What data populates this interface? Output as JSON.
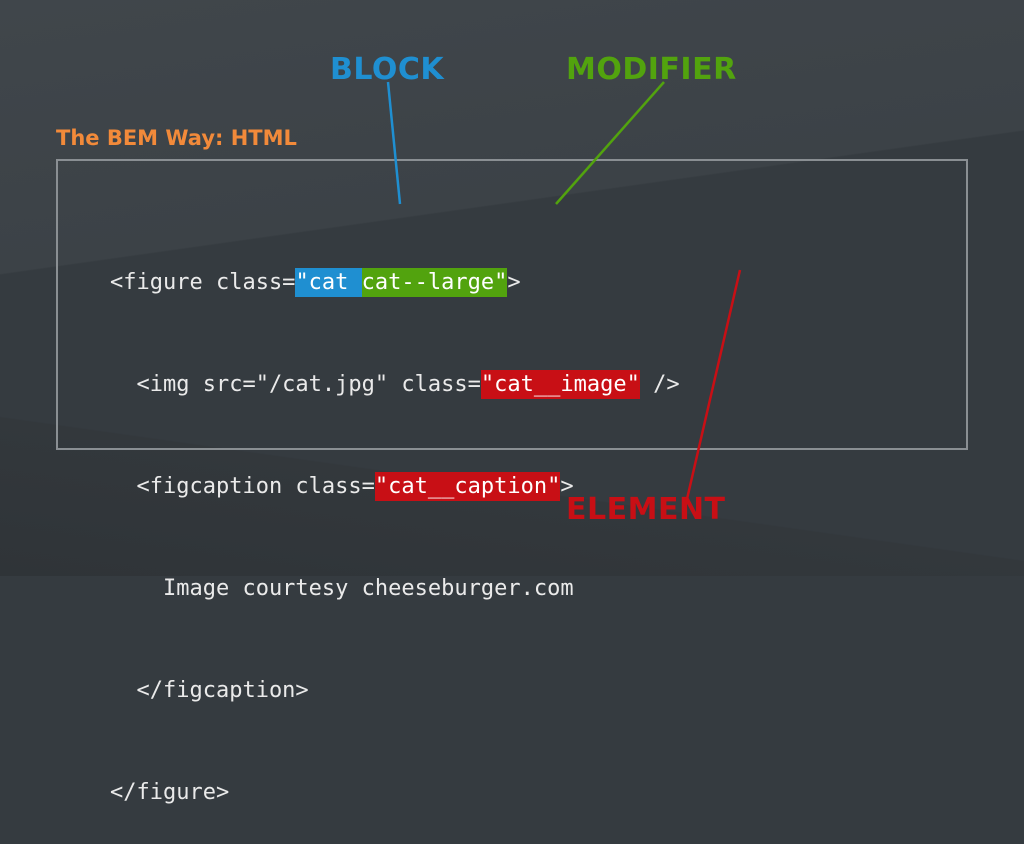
{
  "labels": {
    "block": "BLOCK",
    "modifier": "MODIFIER",
    "element": "ELEMENT"
  },
  "subtitle": "The BEM Way: HTML",
  "code": {
    "line1": {
      "pre": "<figure class=",
      "block_part": "\"cat ",
      "modifier_part": "cat--large\"",
      "post": ">"
    },
    "line2": {
      "pre": "  <img src=\"/cat.jpg\" class=",
      "element_part": "\"cat__image\"",
      "post": " />"
    },
    "line3": {
      "pre": "  <figcaption class=",
      "element_part": "\"cat__caption\"",
      "post": ">"
    },
    "line4": "    Image courtesy cheeseburger.com",
    "line5": "  </figcaption>",
    "line6": "</figure>"
  },
  "colors": {
    "block": "#1f8fd1",
    "modifier": "#52a30e",
    "element": "#c80f15",
    "subtitle": "#f28a3a",
    "background": "#353b40"
  }
}
